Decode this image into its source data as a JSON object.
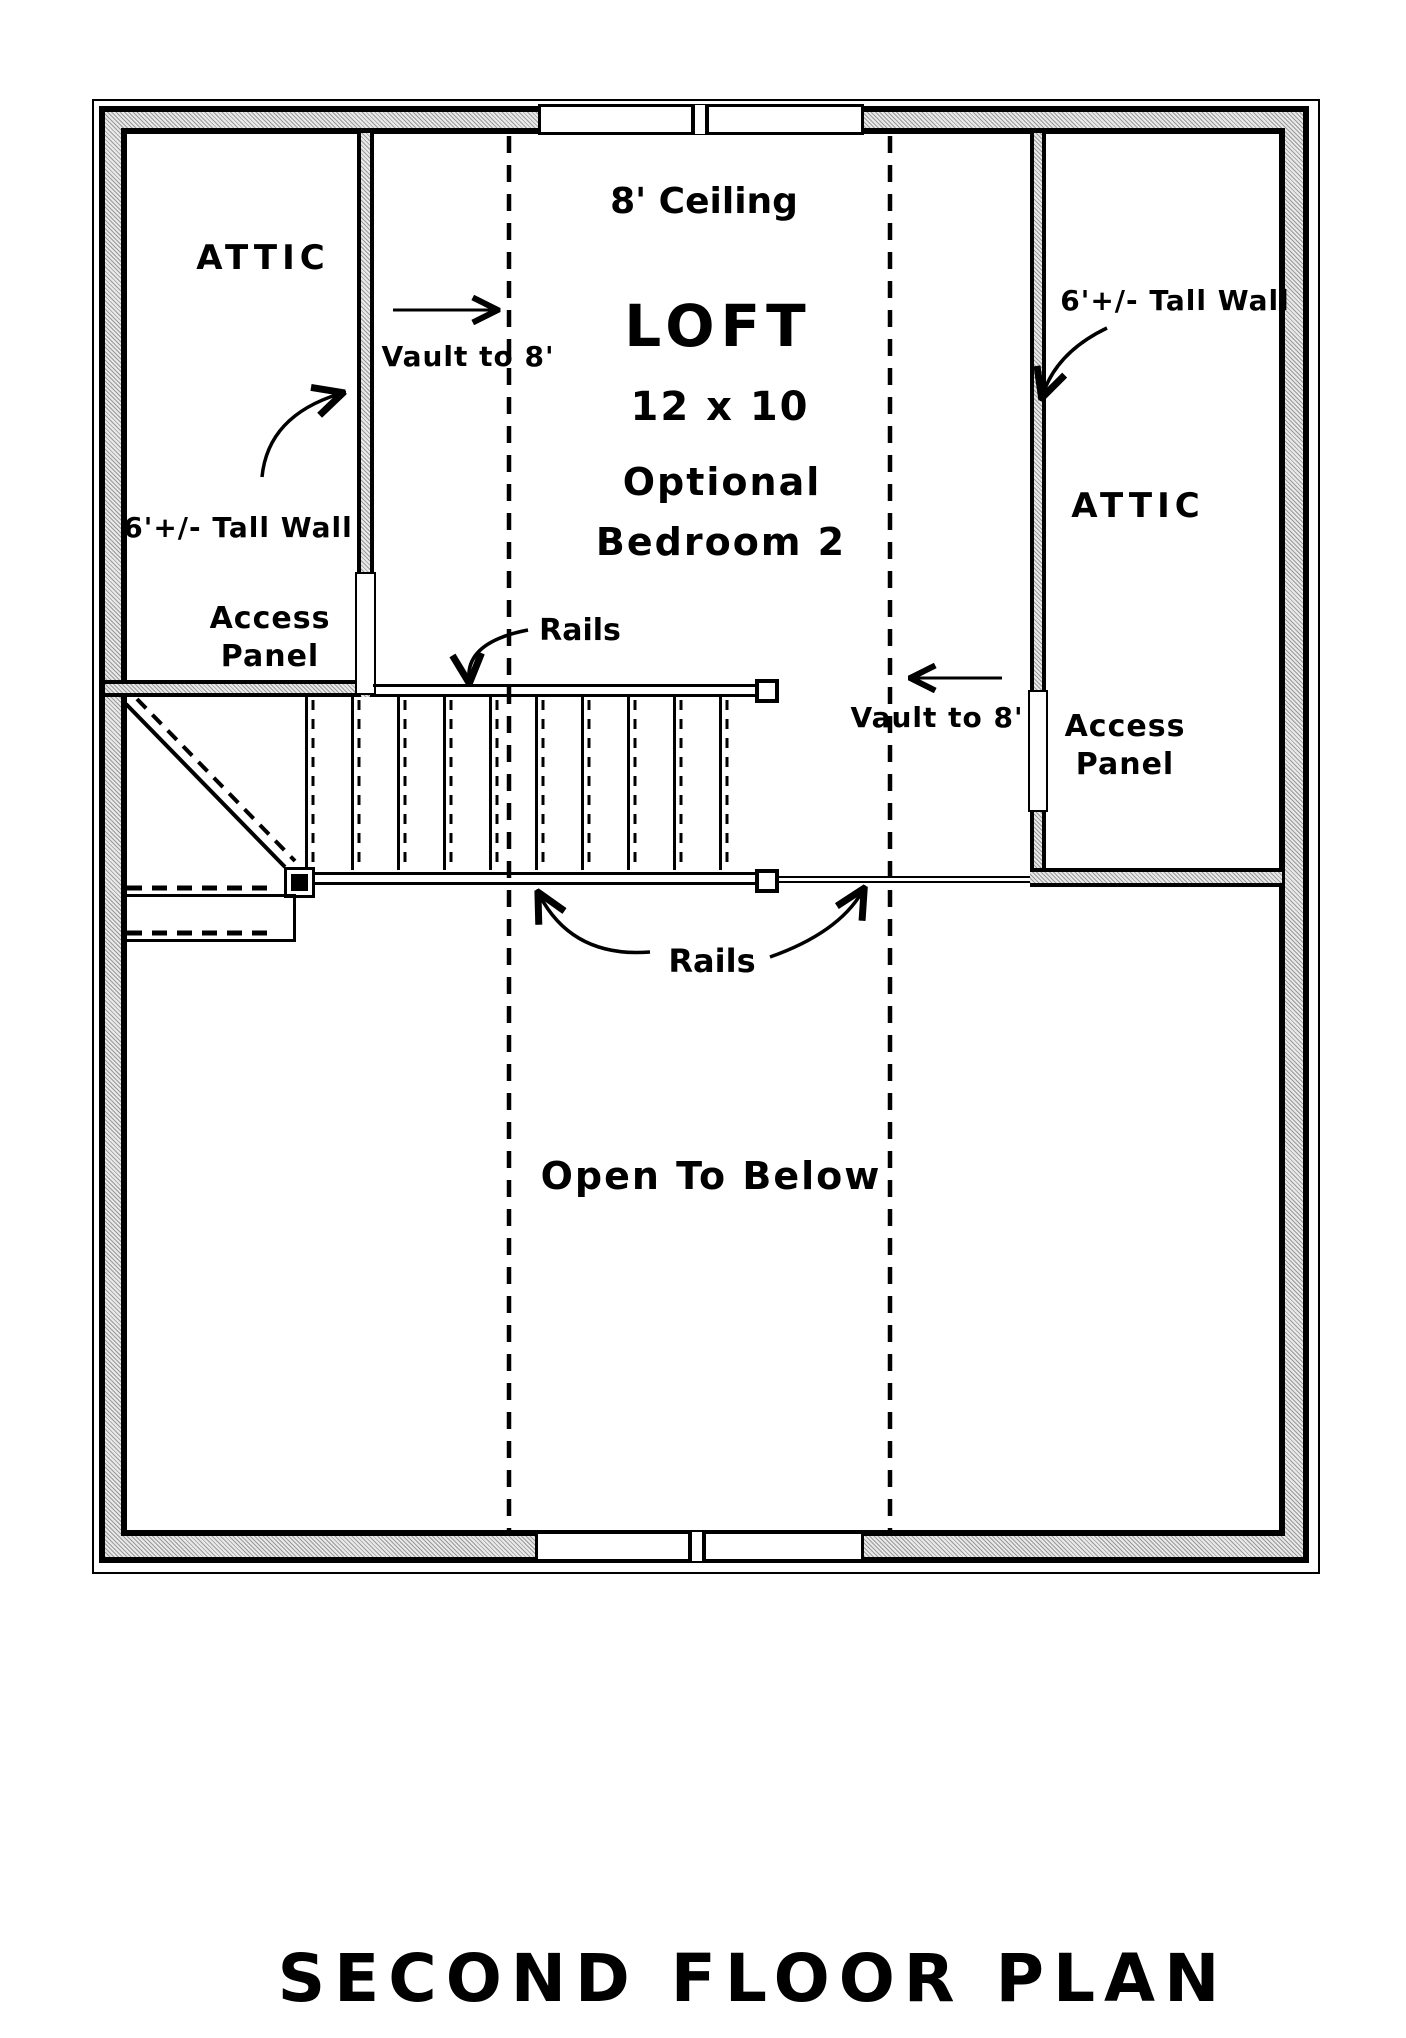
{
  "title": "SECOND FLOOR PLAN",
  "rooms": {
    "attic_left": {
      "label": "ATTIC"
    },
    "attic_right": {
      "label": "ATTIC"
    },
    "loft": {
      "ceiling": "8' Ceiling",
      "name": "LOFT",
      "dimensions": "12 x 10",
      "optional_line1": "Optional",
      "optional_line2": "Bedroom 2"
    },
    "open_area": {
      "label": "Open To Below"
    }
  },
  "annotations": {
    "vault_left": "Vault to 8'",
    "vault_right": "Vault to 8'",
    "tall_wall_left": "6'+/- Tall Wall",
    "tall_wall_right": "6'+/- Tall Wall",
    "access_left_line1": "Access",
    "access_left_line2": "Panel",
    "access_right_line1": "Access",
    "access_right_line2": "Panel",
    "rails_top": "Rails",
    "rails_bottom": "Rails"
  },
  "colors": {
    "line": "#000000",
    "wall_hatch_dark": "#9a9a9a",
    "wall_hatch_light": "#e9e9e9",
    "background": "#ffffff"
  }
}
